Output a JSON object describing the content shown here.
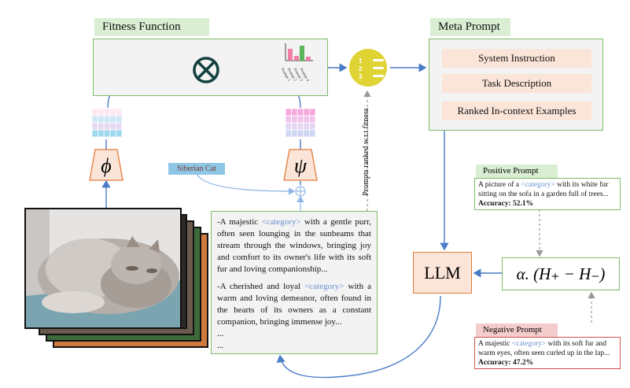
{
  "fitness": {
    "title": "Fitness Function"
  },
  "meta": {
    "title": "Meta Prompt",
    "items": [
      "System Instruction",
      "Task Description",
      "Ranked In-context Examples"
    ]
  },
  "chart_labels": [
    "Prompt 1",
    "Prompt 2",
    "Prompt 3",
    "Prompt 4"
  ],
  "phi": "ϕ",
  "psi": "ψ",
  "tag": "Siberian Cat",
  "ranked_label": "Prompts ranked w.r.t fitness",
  "prompts": {
    "p1": {
      "pre": "-A majestic ",
      "cat": "<category>",
      "post": " with a gentle purr, often seen lounging in the sunbeams that stream through the windows, bringing joy and comfort to its owner's life with its soft fur and loving companionship..."
    },
    "p2": {
      "pre": "-A cherished and loyal ",
      "cat": "<category>",
      "post": " with a warm and loving demeanor, often found in the hearts of its owners as a constant companion, bringing immense joy..."
    },
    "ell1": "...",
    "ell2": "..."
  },
  "llm": "LLM",
  "formula": "α. (H₊ − H₋)",
  "positive": {
    "title": "Positive Prompt",
    "pre": "A picture of a ",
    "cat": "<category>",
    "post": " with its white fur sitting on the sofa in a garden full of trees...",
    "acc": "Accuracy: 52.1%"
  },
  "negative": {
    "title": "Negative Prompt",
    "pre": "A majestic ",
    "cat": "<category>",
    "post": " with its soft fur and warm eyes, often seen curled up in the lap...",
    "acc": "Accuracy: 47.2%"
  },
  "colors": {
    "green_border": "#7dbb6a",
    "header_green": "#d9eed3",
    "orange": "#f9dccb",
    "blue": "#5b8fd6",
    "red": "#d45050"
  }
}
